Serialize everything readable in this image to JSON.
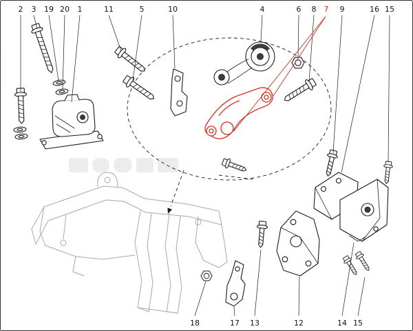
{
  "colors": {
    "outline": "#1a1a1a",
    "highlight": "#d92b21",
    "faded": "#a8a8a8"
  },
  "highlight": {
    "callout": "7"
  },
  "callouts": {
    "top": [
      {
        "label": "2"
      },
      {
        "label": "3"
      },
      {
        "label": "19"
      },
      {
        "label": "20"
      },
      {
        "label": "1"
      },
      {
        "label": "11"
      },
      {
        "label": "5"
      },
      {
        "label": "10"
      },
      {
        "label": "4"
      },
      {
        "label": "6"
      },
      {
        "label": "8"
      },
      {
        "label": "7",
        "highlighted": true
      },
      {
        "label": "9"
      },
      {
        "label": "16"
      },
      {
        "label": "15"
      }
    ],
    "bottom": [
      {
        "label": "18"
      },
      {
        "label": "17"
      },
      {
        "label": "13"
      },
      {
        "label": "12"
      },
      {
        "label": "14"
      },
      {
        "label": "15"
      }
    ]
  }
}
